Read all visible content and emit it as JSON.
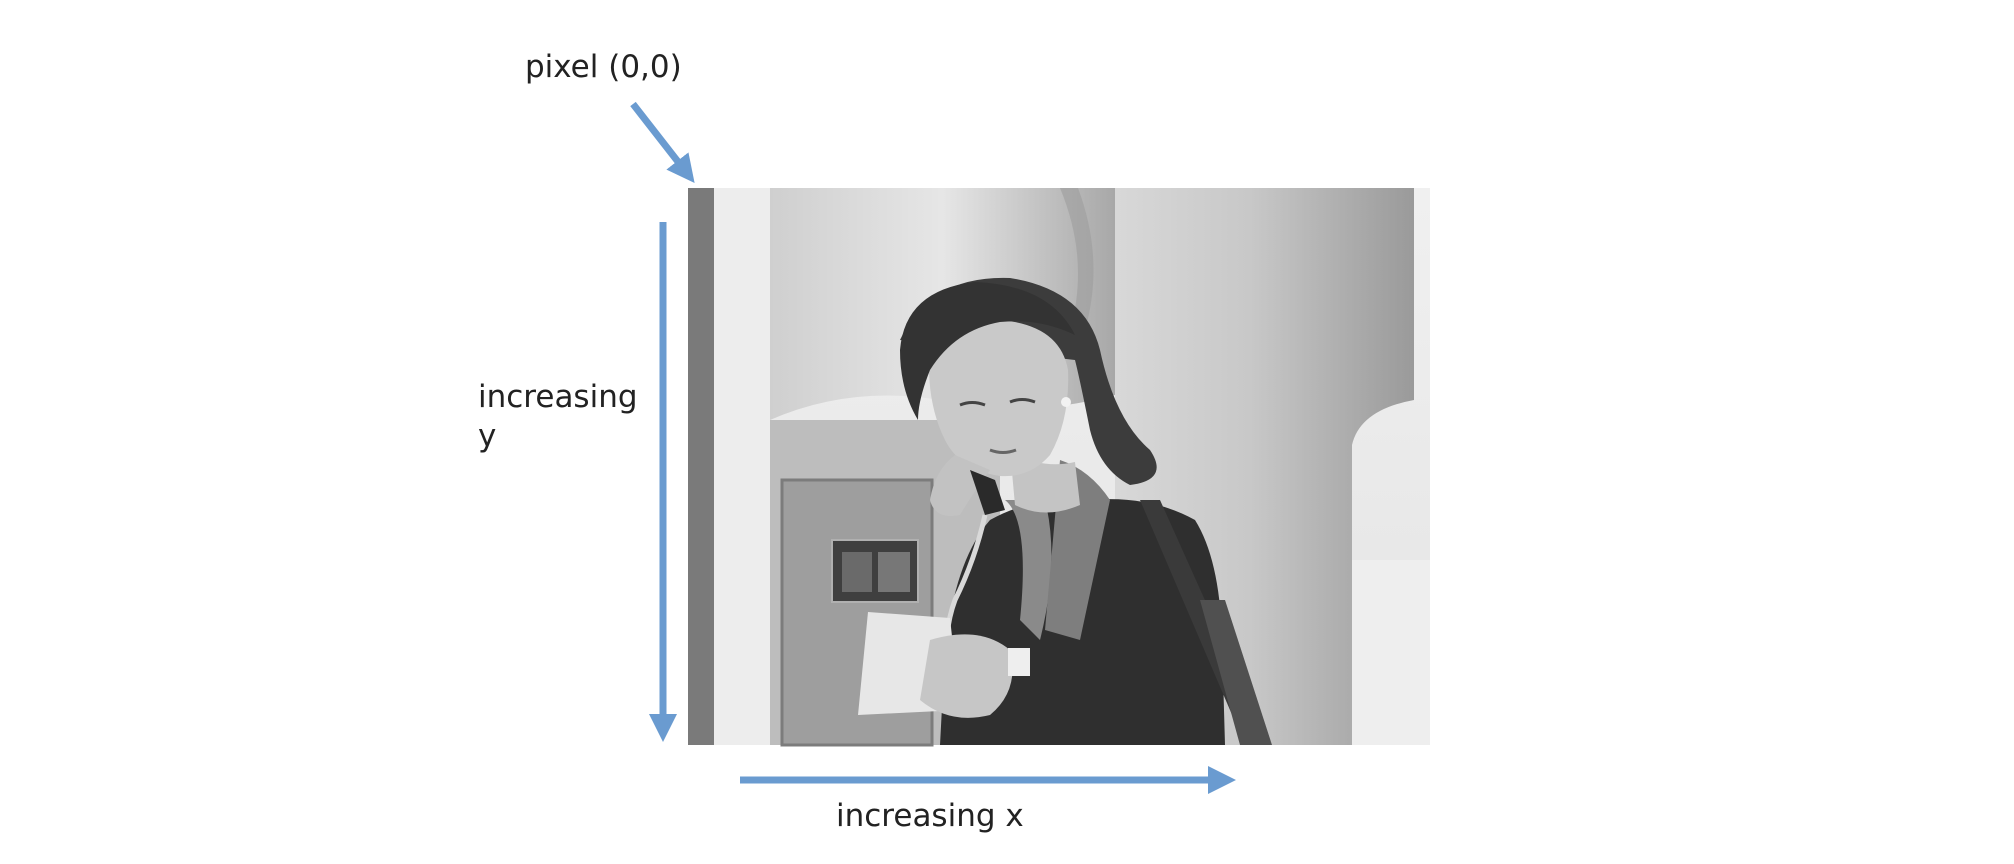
{
  "labels": {
    "origin": "pixel (0,0)",
    "y_axis_line1": "increasing",
    "y_axis_line2": "y",
    "x_axis": "increasing x"
  },
  "colors": {
    "arrow": "#6a9bd0",
    "background": "#ffffff"
  },
  "image": {
    "subject": "grayscale photo of a woman on a pay phone reading a paper",
    "tone": "grayscale"
  }
}
